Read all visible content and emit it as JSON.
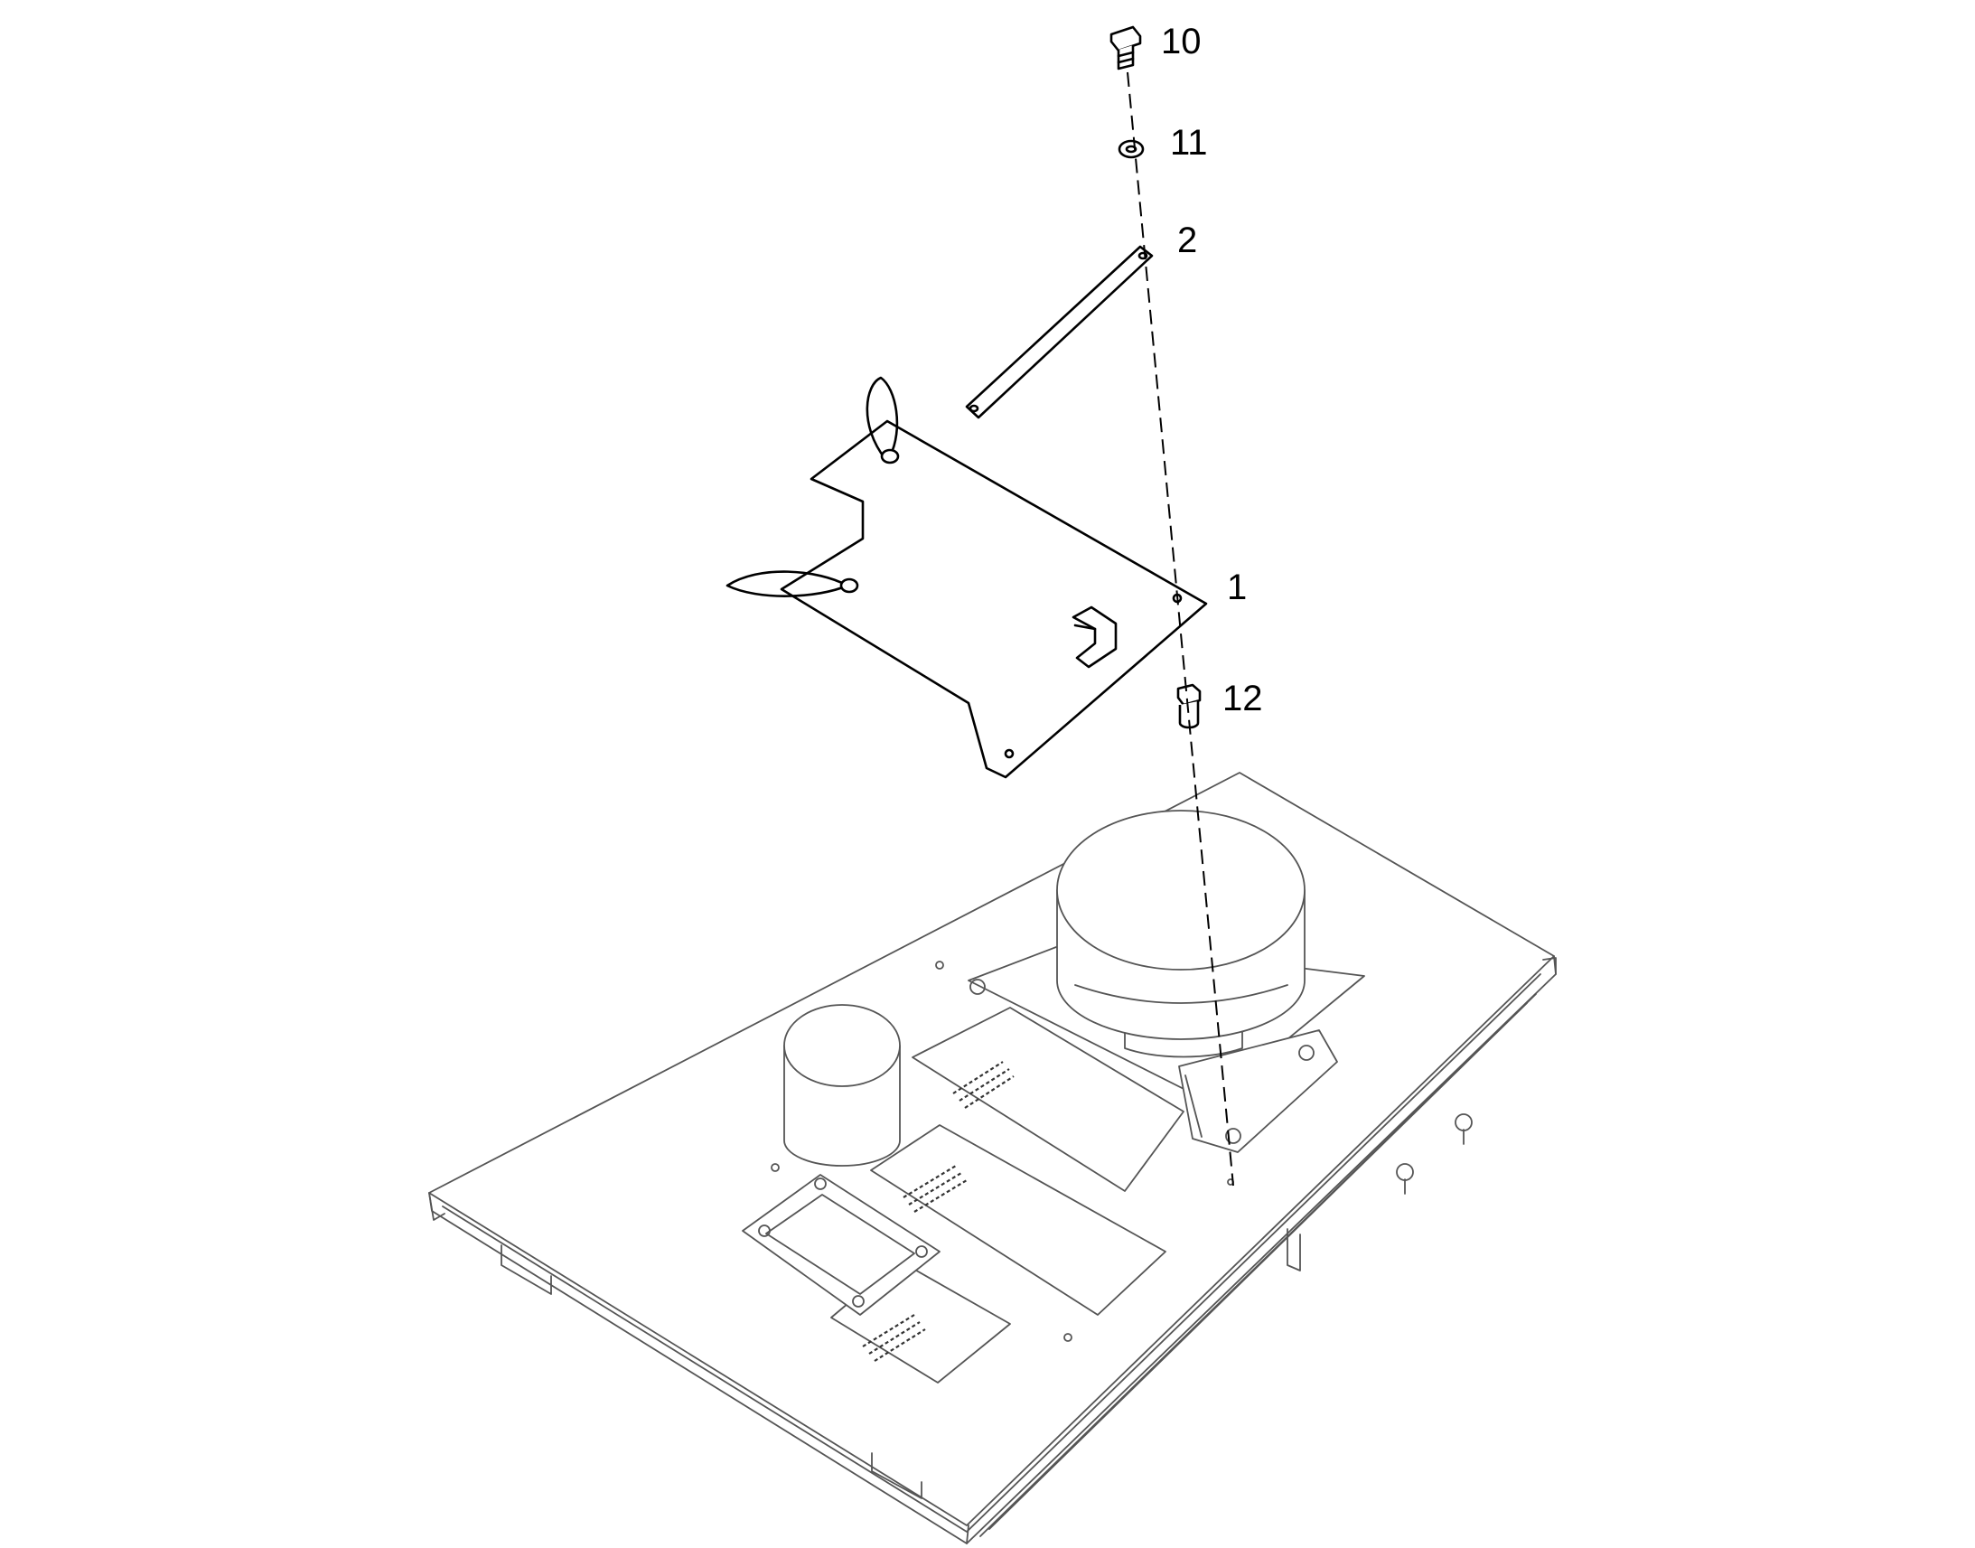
{
  "callouts": [
    {
      "id": "10",
      "text": "10"
    },
    {
      "id": "11",
      "text": "11"
    },
    {
      "id": "2",
      "text": "2"
    },
    {
      "id": "1",
      "text": "1"
    },
    {
      "id": "12",
      "text": "12"
    }
  ],
  "colors": {
    "line": "#000000",
    "base_line": "#555555",
    "background": "#ffffff"
  }
}
